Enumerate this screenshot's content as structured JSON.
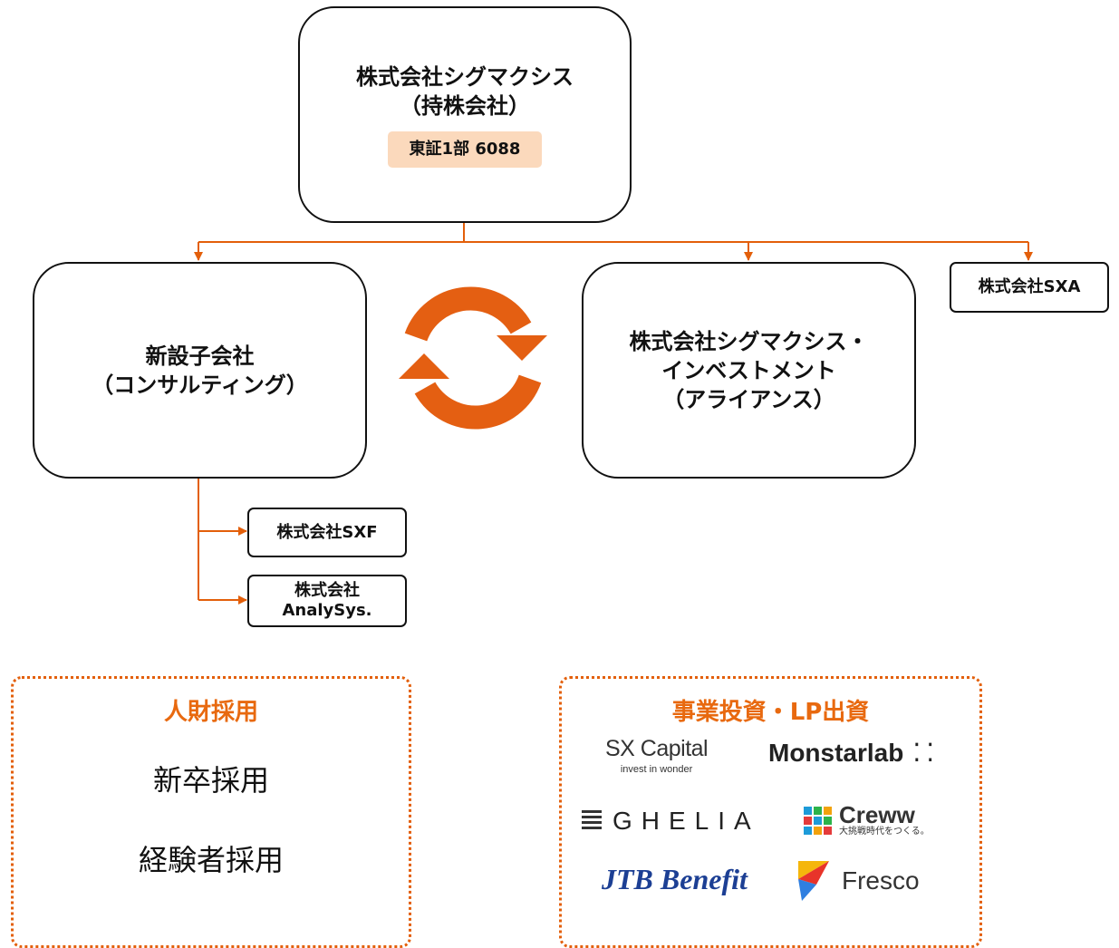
{
  "holding": {
    "name": "株式会社シグマクシス",
    "sub": "（持株会社）",
    "listing": "東証1部 6088"
  },
  "consulting": {
    "name": "新設子会社",
    "sub": "（コンサルティング）"
  },
  "investment": {
    "line1": "株式会社シグマクシス・",
    "line2": "インベストメント",
    "line3": "（アライアンス）"
  },
  "sxa": "株式会社SXA",
  "sxf": "株式会社SXF",
  "analysys": {
    "line1": "株式会社",
    "line2": "AnalySys."
  },
  "hr": {
    "title": "人財採用",
    "items": [
      "新卒採用",
      "経験者採用"
    ]
  },
  "investing": {
    "title": "事業投資・LP出資",
    "logos": {
      "sx_capital": "SX Capital",
      "sx_capital_tagline": "invest in wonder",
      "monstarlab": "Monstarlab",
      "ghelia": "GHELIA",
      "creww": "Creww",
      "creww_tagline": "大挑戦時代をつくる。",
      "jtb": "JTB Benefit",
      "fresco": "Fresco"
    }
  },
  "colors": {
    "accent": "#e8690f",
    "badge": "#fbd9bc",
    "panel_border": "#e35f0a"
  }
}
